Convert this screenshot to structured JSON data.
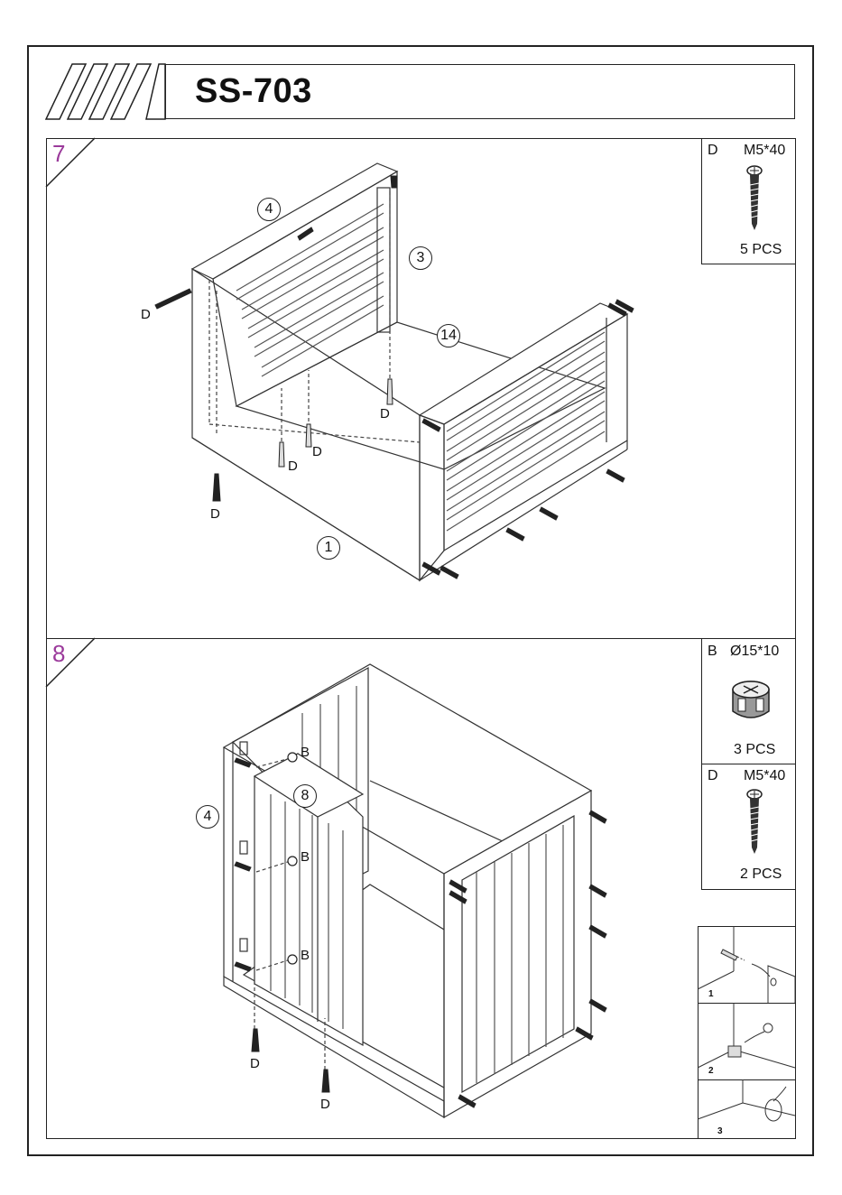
{
  "header": {
    "model": "SS-703"
  },
  "steps": [
    {
      "number": "7",
      "callouts": [
        "4",
        "3",
        "14",
        "1"
      ],
      "screw_label": "D",
      "parts": [
        {
          "letter": "D",
          "spec": "M5*40",
          "qty": "5 PCS",
          "icon": "screw-icon"
        }
      ]
    },
    {
      "number": "8",
      "callouts": [
        "8",
        "4"
      ],
      "cam_label": "B",
      "screw_label": "D",
      "parts": [
        {
          "letter": "B",
          "spec": "Ø15*10",
          "qty": "3 PCS",
          "icon": "cam-lock-icon"
        },
        {
          "letter": "D",
          "spec": "M5*40",
          "qty": "2 PCS",
          "icon": "screw-icon"
        }
      ],
      "mini_steps": [
        "1",
        "2",
        "3"
      ]
    }
  ]
}
